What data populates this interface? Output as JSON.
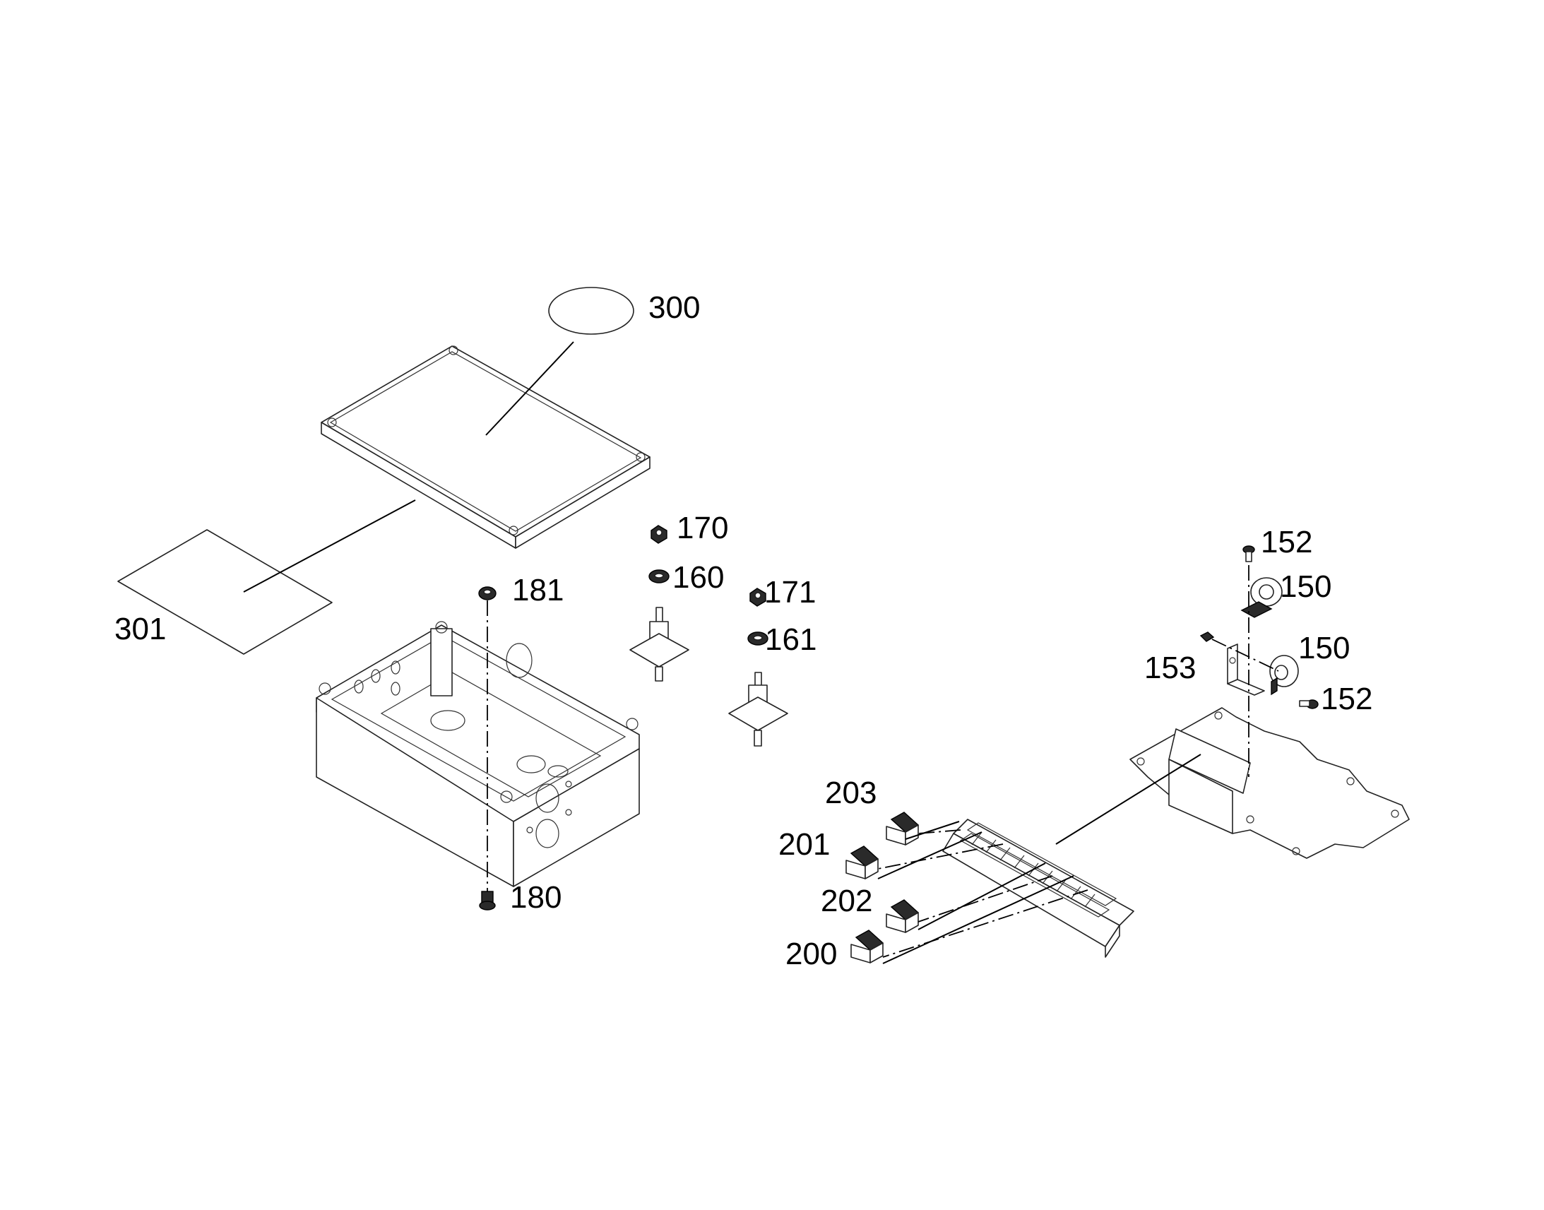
{
  "callouts": {
    "c300": "300",
    "c301": "301",
    "c181": "181",
    "c180": "180",
    "c170": "170",
    "c160": "160",
    "c171": "171",
    "c161": "161",
    "c152a": "152",
    "c150a": "150",
    "c150b": "150",
    "c153": "153",
    "c152b": "152",
    "c203": "203",
    "c201": "201",
    "c202": "202",
    "c200": "200"
  },
  "colors": {
    "line": "#222222",
    "background": "#ffffff"
  }
}
